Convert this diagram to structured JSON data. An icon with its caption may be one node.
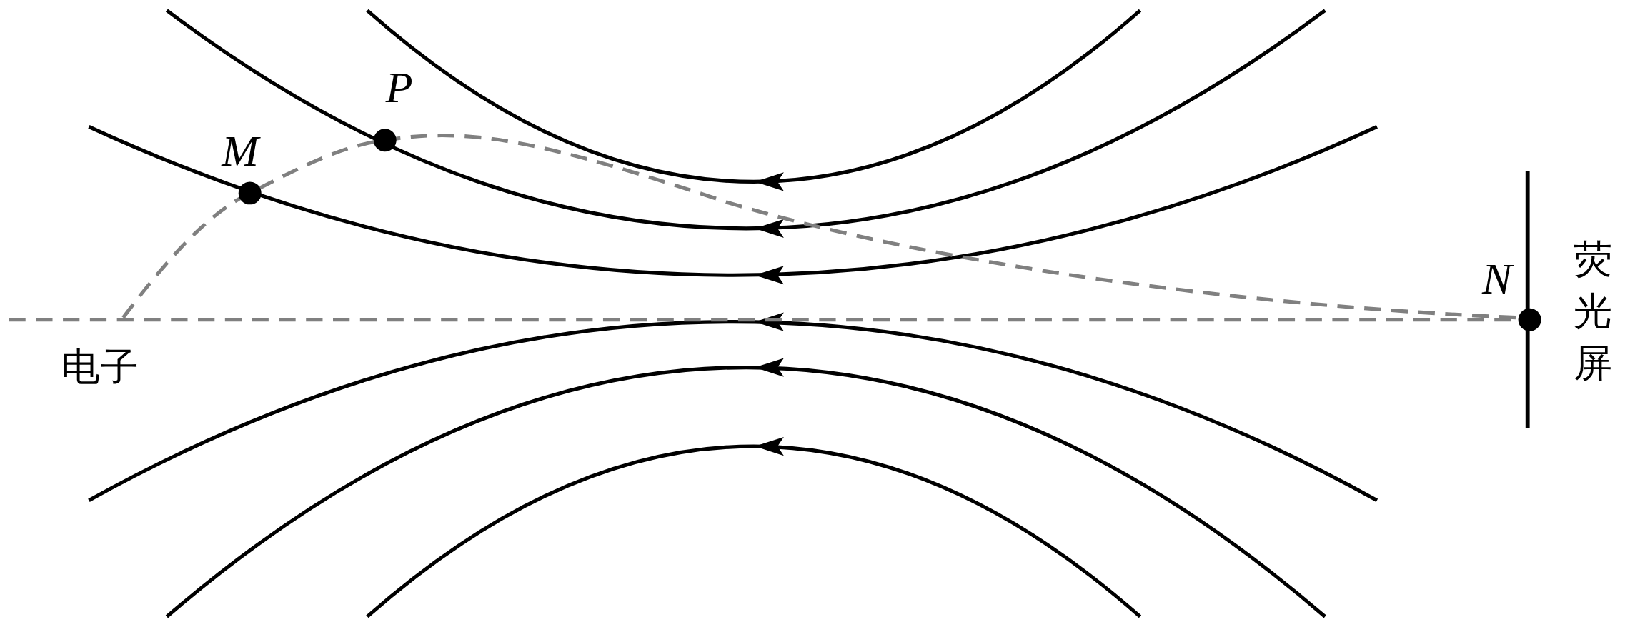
{
  "diagram": {
    "labels": [
      "P",
      "M",
      "N",
      "电子",
      "荧光屏"
    ]
  }
}
